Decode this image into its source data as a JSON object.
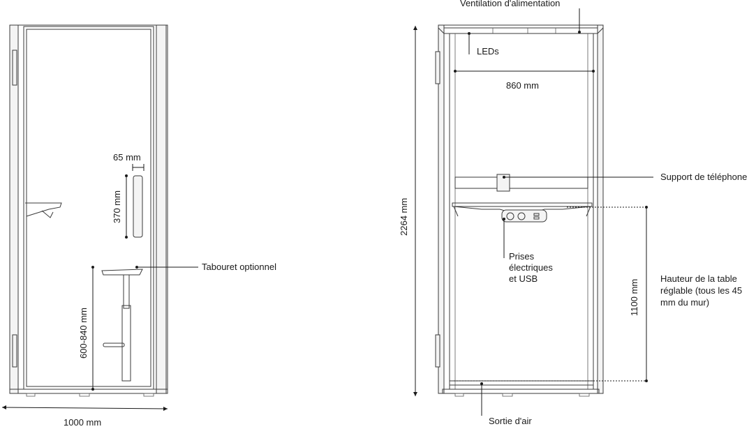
{
  "left_view": {
    "width_label": "1000 mm",
    "side_gap_label": "65 mm",
    "panel_height_label": "370 mm",
    "table_height_label": "600-840 mm",
    "stool_label": "Tabouret optionnel"
  },
  "right_view": {
    "ventilation_label": "Ventilation d'alimentation",
    "leds_label": "LEDs",
    "inner_width_label": "860 mm",
    "height_label": "2264 mm",
    "phone_holder_label": "Support de téléphone",
    "outlets_label_line1": "Prises",
    "outlets_label_line2": "électriques",
    "outlets_label_line3": "et USB",
    "table_height_label": "1100 mm",
    "table_note_line1": "Hauteur de la table",
    "table_note_line2": "réglable (tous les 45",
    "table_note_line3": "mm du mur)",
    "air_exit_label": "Sortie d'air"
  }
}
